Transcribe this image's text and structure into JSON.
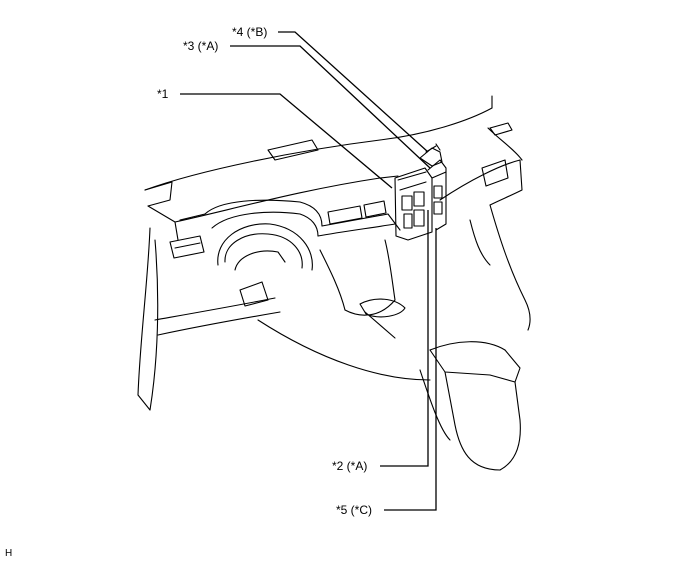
{
  "labels": {
    "item1": "*1",
    "item2": "*2 (*A)",
    "item3": "*3 (*A)",
    "item4": "*4 (*B)",
    "item5": "*5 (*C)"
  },
  "footer_code": "H"
}
